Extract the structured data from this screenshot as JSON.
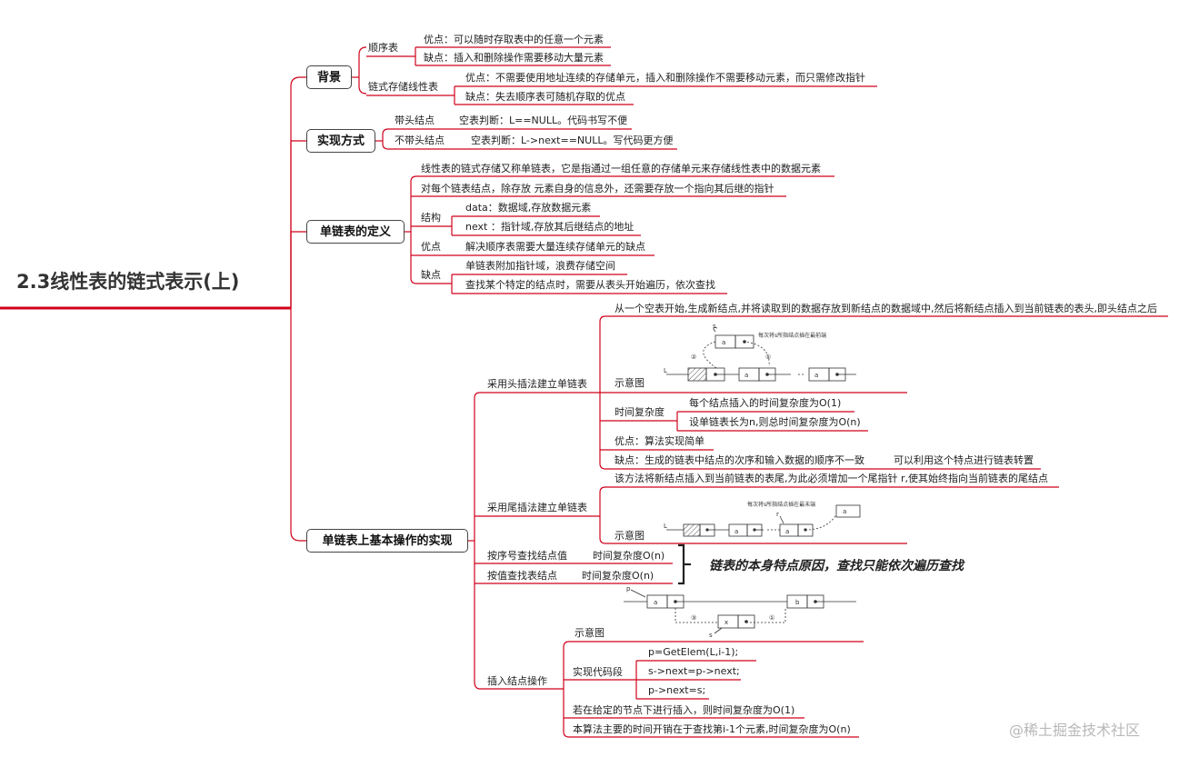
{
  "title": "2.3线性表的链式表示(上)",
  "accent_color": "#d0021b",
  "background": {
    "label": "背景",
    "seq": {
      "label": "顺序表",
      "pro": "优点：可以随时存取表中的任意一个元素",
      "con": "缺点：插入和删除操作需要移动大量元素"
    },
    "linked": {
      "label": "链式存储线性表",
      "pro": "优点：不需要使用地址连续的存储单元，插入和删除操作不需要移动元素，而只需修改指针",
      "con": "缺点：失去顺序表可随机存取的优点"
    }
  },
  "impl": {
    "label": "实现方式",
    "head": {
      "label": "带头结点",
      "desc": "空表判断：L==NULL。代码书写不便"
    },
    "nohead": {
      "label": "不带头结点",
      "desc": "空表判断：L->next==NULL。写代码更方便"
    }
  },
  "definition": {
    "label": "单链表的定义",
    "line1": "线性表的链式存储又称单链表，它是指通过一组任意的存储单元来存储线性表中的数据元素",
    "line2": "对每个链表结点，除存放 元素自身的信息外，还需要存放一个指向其后继的指针",
    "structure": {
      "label": "结构",
      "data": "data：数据域,存放数据元素",
      "next": "next ：指针域,存放其后继结点的地址"
    },
    "pro": {
      "label": "优点",
      "text": "解决顺序表需要大量连续存储单元的缺点"
    },
    "con": {
      "label": "缺点",
      "text1": "单链表附加指针域，浪费存储空间",
      "text2": "查找某个特定的结点时，需要从表头开始遍历，依次查找"
    }
  },
  "ops": {
    "label": "单链表上基本操作的实现",
    "head_insert": {
      "label": "采用头插法建立单链表",
      "desc": "从一个空表开始,生成新结点,并将读取到的数据存放到新结点的数据域中,然后将新结点插入到当前链表的表头,即头结点之后",
      "diagram_label": "示意图",
      "fig_caption": "每次将s所指结点插在最前端",
      "time": {
        "label": "时间复杂度",
        "t1": "每个结点插入的时间复杂度为O(1)",
        "t2": "设单链表长为n,则总时间复杂度为O(n)"
      },
      "pro": "优点：算法实现简单",
      "con": "缺点：生成的链表中结点的次序和输入数据的顺序不一致",
      "con_note": "可以利用这个特点进行链表转置"
    },
    "tail_insert": {
      "label": "采用尾插法建立单链表",
      "desc": "该方法将新结点插入到当前链表的表尾,为此必须增加一个尾指针 r,使其始终指向当前链表的尾结点",
      "diagram_label": "示意图",
      "fig_caption": "每次将s所指结点插在最末端"
    },
    "find_by_index": {
      "label": "按序号查找结点值",
      "time": "时间复杂度O(n)"
    },
    "find_by_value": {
      "label": "按值查找表结点",
      "time": "时间复杂度O(n)"
    },
    "find_note": "链表的本身特点原因，查找只能依次遍历查找",
    "insert_node": {
      "label": "插入结点操作",
      "diagram_label": "示意图",
      "code_label": "实现代码段",
      "code": [
        "p=GetElem(L,i-1);",
        "s->next=p->next;",
        "p->next=s;"
      ],
      "note1": "若在给定的节点下进行插入，则时间复杂度为O(1)",
      "note2": "本算法主要的时间开销在于查找第i-1个元素,时间复杂度为O(n)"
    }
  },
  "watermark": "@稀土掘金技术社区"
}
